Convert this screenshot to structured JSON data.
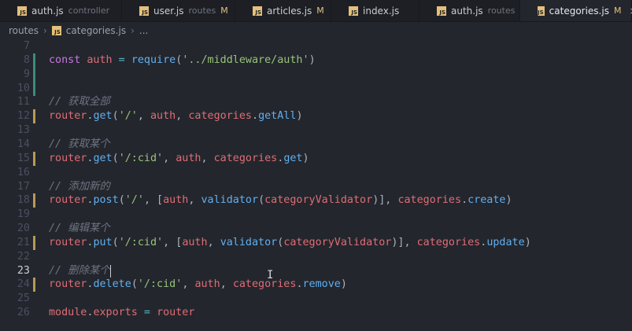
{
  "tabs": [
    {
      "name": "auth.js",
      "desc": "controller",
      "mod": "",
      "active": false
    },
    {
      "name": "user.js",
      "desc": "routes",
      "mod": "M",
      "active": false
    },
    {
      "name": "articles.js",
      "desc": "",
      "mod": "M",
      "active": false
    },
    {
      "name": "index.js",
      "desc": "",
      "mod": "",
      "active": false
    },
    {
      "name": "auth.js",
      "desc": "routes",
      "mod": "",
      "active": false
    },
    {
      "name": "categories.js",
      "desc": "",
      "mod": "M",
      "active": true
    }
  ],
  "icons": {
    "file": "js-file-icon",
    "close": "close-icon"
  },
  "breadcrumb": {
    "folder": "routes",
    "file": "categories.js",
    "more": "..."
  },
  "lines": [
    {
      "n": "7",
      "tokens": []
    },
    {
      "n": "8",
      "tokens": [
        [
          "kw",
          "const "
        ],
        [
          "var",
          "auth"
        ],
        [
          "op",
          " = "
        ],
        [
          "fn",
          "require"
        ],
        [
          "pun",
          "("
        ],
        [
          "str",
          "'../middleware/auth'"
        ],
        [
          "pun",
          ")"
        ]
      ]
    },
    {
      "n": "9",
      "tokens": []
    },
    {
      "n": "10",
      "tokens": []
    },
    {
      "n": "11",
      "tokens": [
        [
          "cm",
          "// 获取全部"
        ]
      ]
    },
    {
      "n": "12",
      "tokens": [
        [
          "var",
          "router"
        ],
        [
          "pun",
          "."
        ],
        [
          "fn",
          "get"
        ],
        [
          "pun",
          "("
        ],
        [
          "str",
          "'/'"
        ],
        [
          "pun",
          ", "
        ],
        [
          "var",
          "auth"
        ],
        [
          "pun",
          ", "
        ],
        [
          "var",
          "categories"
        ],
        [
          "pun",
          "."
        ],
        [
          "fn",
          "getAll"
        ],
        [
          "pun",
          ")"
        ]
      ]
    },
    {
      "n": "13",
      "tokens": []
    },
    {
      "n": "14",
      "tokens": [
        [
          "cm",
          "// 获取某个"
        ]
      ]
    },
    {
      "n": "15",
      "tokens": [
        [
          "var",
          "router"
        ],
        [
          "pun",
          "."
        ],
        [
          "fn",
          "get"
        ],
        [
          "pun",
          "("
        ],
        [
          "str",
          "'/:cid'"
        ],
        [
          "pun",
          ", "
        ],
        [
          "var",
          "auth"
        ],
        [
          "pun",
          ", "
        ],
        [
          "var",
          "categories"
        ],
        [
          "pun",
          "."
        ],
        [
          "fn",
          "get"
        ],
        [
          "pun",
          ")"
        ]
      ]
    },
    {
      "n": "16",
      "tokens": []
    },
    {
      "n": "17",
      "tokens": [
        [
          "cm",
          "// 添加新的"
        ]
      ]
    },
    {
      "n": "18",
      "tokens": [
        [
          "var",
          "router"
        ],
        [
          "pun",
          "."
        ],
        [
          "fn",
          "post"
        ],
        [
          "pun",
          "("
        ],
        [
          "str",
          "'/'"
        ],
        [
          "pun",
          ", ["
        ],
        [
          "var",
          "auth"
        ],
        [
          "pun",
          ", "
        ],
        [
          "fn",
          "validator"
        ],
        [
          "pun",
          "("
        ],
        [
          "var",
          "categoryValidator"
        ],
        [
          "pun",
          ")], "
        ],
        [
          "var",
          "categories"
        ],
        [
          "pun",
          "."
        ],
        [
          "fn",
          "create"
        ],
        [
          "pun",
          ")"
        ]
      ]
    },
    {
      "n": "19",
      "tokens": []
    },
    {
      "n": "20",
      "tokens": [
        [
          "cm",
          "// 编辑某个"
        ]
      ]
    },
    {
      "n": "21",
      "tokens": [
        [
          "var",
          "router"
        ],
        [
          "pun",
          "."
        ],
        [
          "fn",
          "put"
        ],
        [
          "pun",
          "("
        ],
        [
          "str",
          "'/:cid'"
        ],
        [
          "pun",
          ", ["
        ],
        [
          "var",
          "auth"
        ],
        [
          "pun",
          ", "
        ],
        [
          "fn",
          "validator"
        ],
        [
          "pun",
          "("
        ],
        [
          "var",
          "categoryValidator"
        ],
        [
          "pun",
          ")], "
        ],
        [
          "var",
          "categories"
        ],
        [
          "pun",
          "."
        ],
        [
          "fn",
          "update"
        ],
        [
          "pun",
          ")"
        ]
      ]
    },
    {
      "n": "22",
      "tokens": []
    },
    {
      "n": "23",
      "tokens": [
        [
          "cm",
          "// 删除某个"
        ]
      ]
    },
    {
      "n": "24",
      "tokens": [
        [
          "var",
          "router"
        ],
        [
          "pun",
          "."
        ],
        [
          "fn",
          "delete"
        ],
        [
          "pun",
          "("
        ],
        [
          "str",
          "'/:cid'"
        ],
        [
          "pun",
          ", "
        ],
        [
          "var",
          "auth"
        ],
        [
          "pun",
          ", "
        ],
        [
          "var",
          "categories"
        ],
        [
          "pun",
          "."
        ],
        [
          "fn",
          "remove"
        ],
        [
          "pun",
          ")"
        ]
      ]
    },
    {
      "n": "25",
      "tokens": []
    },
    {
      "n": "26",
      "tokens": [
        [
          "var",
          "module"
        ],
        [
          "pun",
          "."
        ],
        [
          "var",
          "exports"
        ],
        [
          "op",
          " = "
        ],
        [
          "var",
          "router"
        ]
      ]
    }
  ],
  "current_line": "23",
  "gutter": {
    "added_lines": [
      "8",
      "9",
      "10"
    ],
    "modified_lines": [
      "12",
      "15",
      "18",
      "21",
      "24"
    ]
  },
  "colors": {
    "keyword": "#c678dd",
    "variable": "#e06c75",
    "function": "#61afef",
    "string": "#98c379",
    "comment": "#6f7480",
    "added": "#3a8c7c",
    "modified": "#b89a55"
  }
}
